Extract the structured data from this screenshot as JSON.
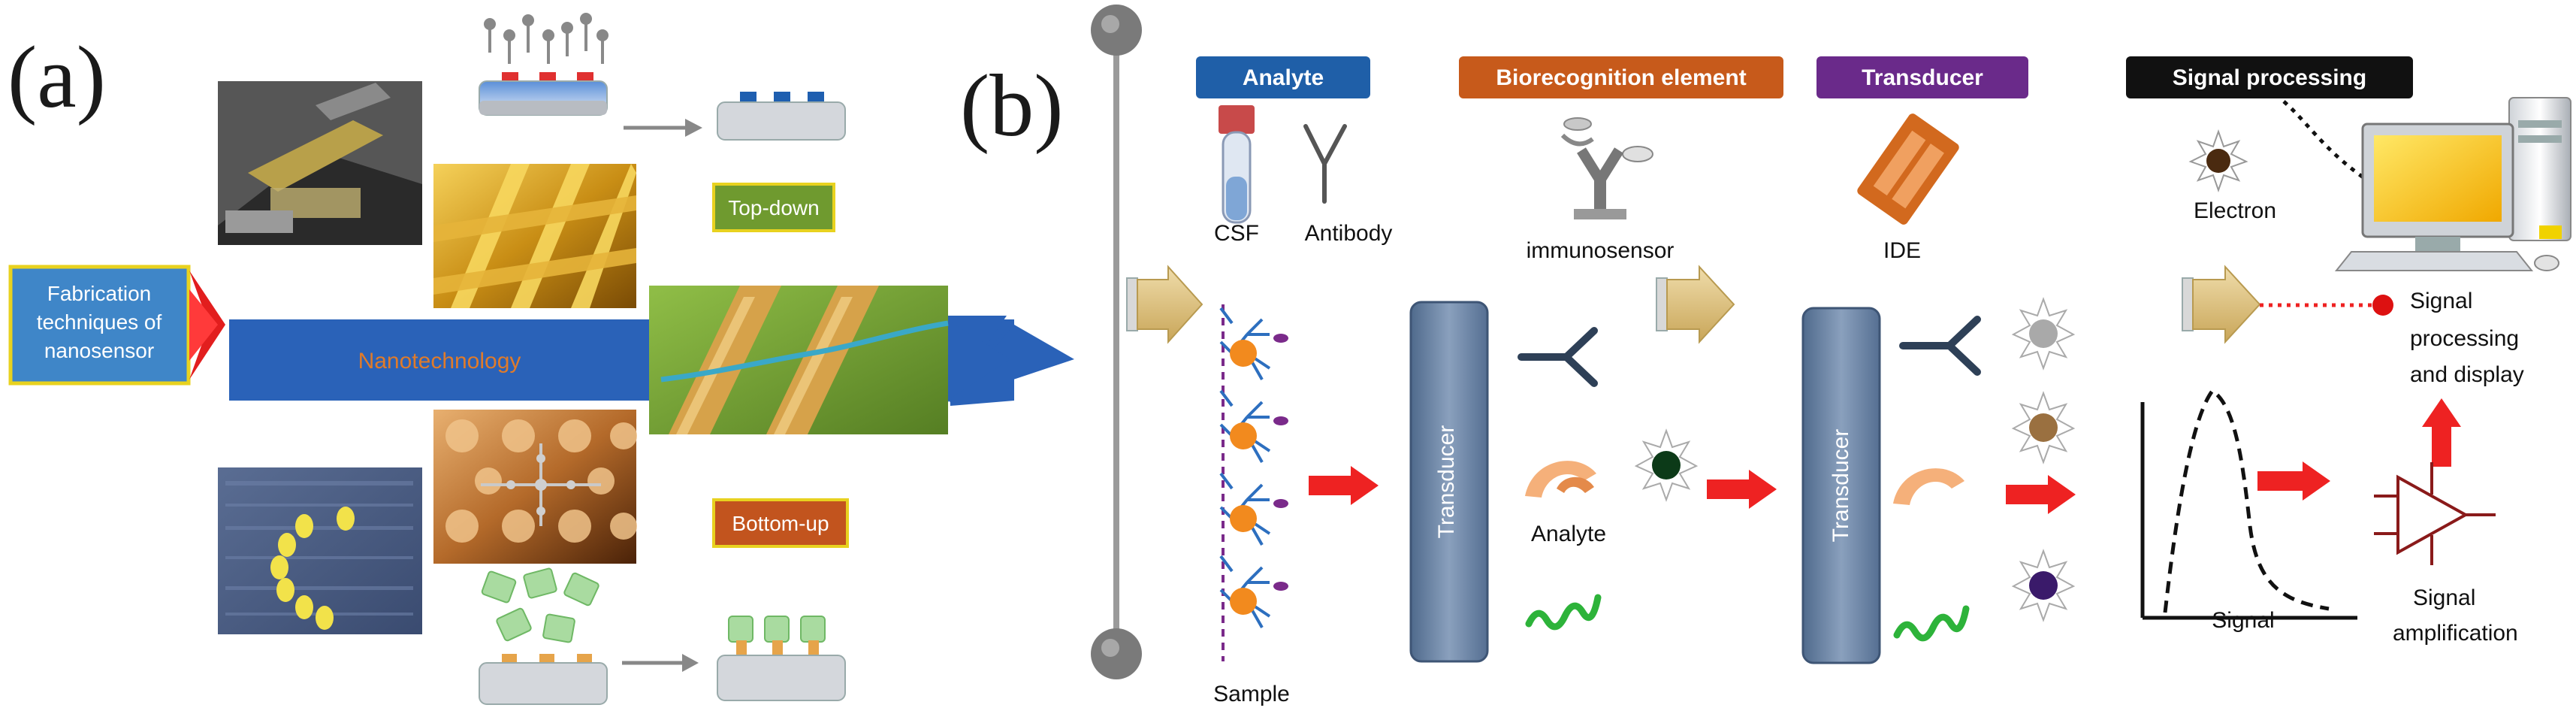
{
  "panel_a": {
    "label": "(a)",
    "fabrication_box": [
      "Fabrication",
      "techniques of",
      "nanosensor"
    ],
    "main_arrow_label": "Nanotechnology",
    "top_down_label": "Top-down",
    "bottom_up_label": "Bottom-up"
  },
  "panel_b": {
    "label": "(b)",
    "headers": {
      "analyte": "Analyte",
      "biorecognition": "Biorecognition element",
      "transducer": "Transducer",
      "signal_processing": "Signal processing"
    },
    "labels": {
      "csf": "CSF",
      "antibody": "Antibody",
      "immunosensor": "immunosensor",
      "ide": "IDE",
      "electron": "Electron",
      "signal_processing_display": [
        "Signal",
        "processing",
        "and display"
      ],
      "analyte_mid": "Analyte",
      "sample": "Sample",
      "transducer_block_1": "Transducer",
      "transducer_block_2": "Transducer",
      "signal": "Signal",
      "signal_amplification": [
        "Signal",
        "amplification"
      ]
    }
  },
  "colors": {
    "header_analyte": "#1f5fa8",
    "header_bio": "#c75a1b",
    "header_transducer": "#6a2a8a",
    "header_signal": "#111111",
    "arrow_red": "#ee2222",
    "arrow_tan": "#d8b86a",
    "nanotech_arrow": "#2a62b8",
    "fab_box": "#3f86c8",
    "top_down_box": "#6f9a2f",
    "bottom_up_box": "#c2541e"
  }
}
